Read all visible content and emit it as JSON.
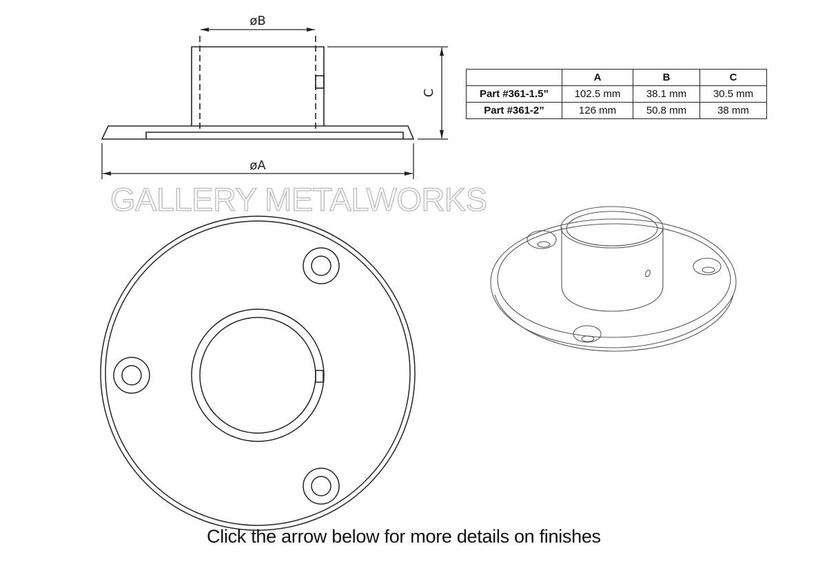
{
  "drawing": {
    "title_watermark": "GALLERY METALWORKS",
    "side_view": {
      "dimension_labels": {
        "b": "øB",
        "a": "øA",
        "c": "C"
      }
    },
    "top_view": {
      "bolt_hole_count": 3
    },
    "iso_view": {
      "bolt_hole_count": 3
    }
  },
  "spec_table": {
    "headers": [
      "",
      "A",
      "B",
      "C"
    ],
    "rows": [
      {
        "part": "Part #361-1.5”",
        "a": "102.5 mm",
        "b": "38.1 mm",
        "c": "30.5 mm"
      },
      {
        "part": "Part #361-2”",
        "a": "126 mm",
        "b": "50.8 mm",
        "c": "38 mm"
      }
    ]
  },
  "caption": "Click the arrow below for more details on finishes",
  "colors": {
    "line": "#222222",
    "watermark_outline": "#b9b9b9",
    "background": "#ffffff"
  }
}
